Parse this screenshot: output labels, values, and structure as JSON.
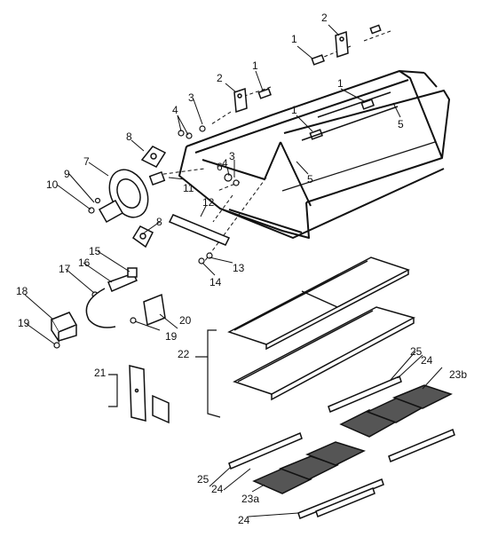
{
  "diagram": {
    "callouts": [
      {
        "id": "c1a",
        "label": "1"
      },
      {
        "id": "c1b",
        "label": "1"
      },
      {
        "id": "c1c",
        "label": "1"
      },
      {
        "id": "c1d",
        "label": "1"
      },
      {
        "id": "c2a",
        "label": "2"
      },
      {
        "id": "c2b",
        "label": "2"
      },
      {
        "id": "c3a",
        "label": "3"
      },
      {
        "id": "c3b",
        "label": "3"
      },
      {
        "id": "c4a",
        "label": "4"
      },
      {
        "id": "c4b",
        "label": "4"
      },
      {
        "id": "c5a",
        "label": "5"
      },
      {
        "id": "c5b",
        "label": "5"
      },
      {
        "id": "c6",
        "label": "6"
      },
      {
        "id": "c7",
        "label": "7"
      },
      {
        "id": "c8a",
        "label": "8"
      },
      {
        "id": "c8b",
        "label": "8"
      },
      {
        "id": "c9",
        "label": "9"
      },
      {
        "id": "c10",
        "label": "10"
      },
      {
        "id": "c11",
        "label": "11"
      },
      {
        "id": "c12",
        "label": "12"
      },
      {
        "id": "c13",
        "label": "13"
      },
      {
        "id": "c14",
        "label": "14"
      },
      {
        "id": "c15",
        "label": "15"
      },
      {
        "id": "c16",
        "label": "16"
      },
      {
        "id": "c17",
        "label": "17"
      },
      {
        "id": "c18",
        "label": "18"
      },
      {
        "id": "c19a",
        "label": "19"
      },
      {
        "id": "c19b",
        "label": "19"
      },
      {
        "id": "c20",
        "label": "20"
      },
      {
        "id": "c21",
        "label": "21"
      },
      {
        "id": "c22",
        "label": "22"
      },
      {
        "id": "c23a",
        "label": "23a"
      },
      {
        "id": "c23b",
        "label": "23b"
      },
      {
        "id": "c24a",
        "label": "24"
      },
      {
        "id": "c24b",
        "label": "24"
      },
      {
        "id": "c24c",
        "label": "24"
      },
      {
        "id": "c25a",
        "label": "25"
      },
      {
        "id": "c25b",
        "label": "25"
      }
    ]
  }
}
